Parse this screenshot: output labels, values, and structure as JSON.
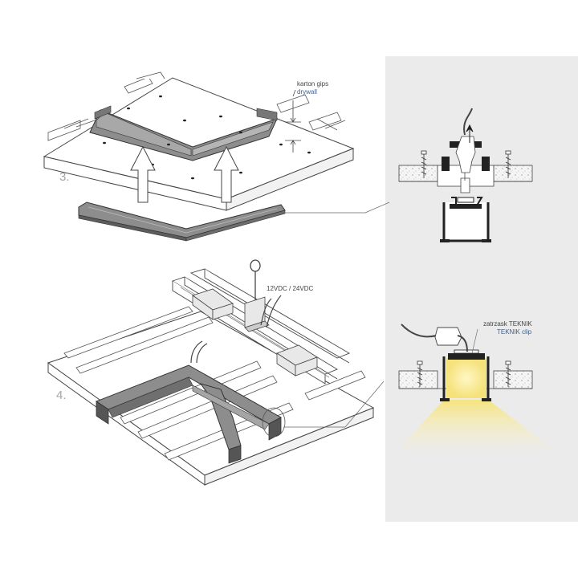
{
  "steps": {
    "step3": {
      "number": "3."
    },
    "step4": {
      "number": "4."
    }
  },
  "labels": {
    "drywall_pl": "karton gips",
    "drywall_en": "drywall",
    "voltage": "12VDC / 24VDC",
    "clip_pl": "zatrzask TEKNIK",
    "clip_en": "TEKNIK clip"
  },
  "colors": {
    "panel": "#ebebeb",
    "profile": "#8d8d8d",
    "line": "#4a4a4a",
    "light": "#f7e89a"
  }
}
